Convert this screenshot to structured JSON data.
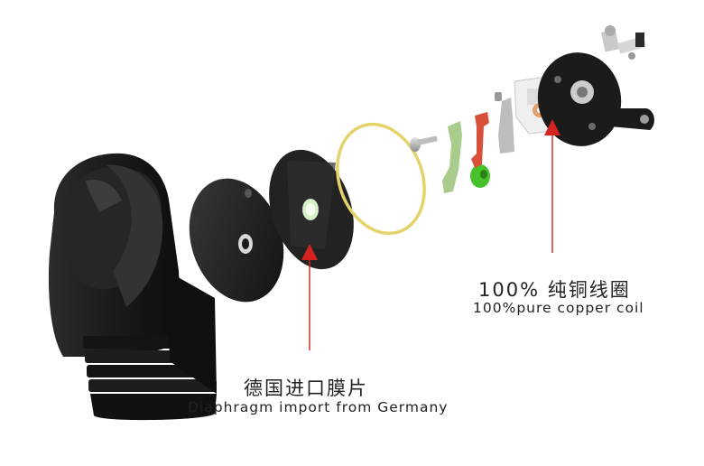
{
  "callouts": {
    "copper_coil": {
      "cn": "100% 纯铜线圈",
      "en": "100%pure copper coil"
    },
    "diaphragm": {
      "cn": "德国进口膜片",
      "en": "Diaphragm import from Germany"
    }
  },
  "colors": {
    "background": "#ffffff",
    "housing": "#1c1c1c",
    "gasket_ring": "#e3d36a",
    "arrow": "#d4231c",
    "bracket_red": "#d8503a",
    "bracket_green": "#a9cc8c",
    "spacer_green": "#48c22a",
    "bolt_gray": "#b8b8b8"
  }
}
